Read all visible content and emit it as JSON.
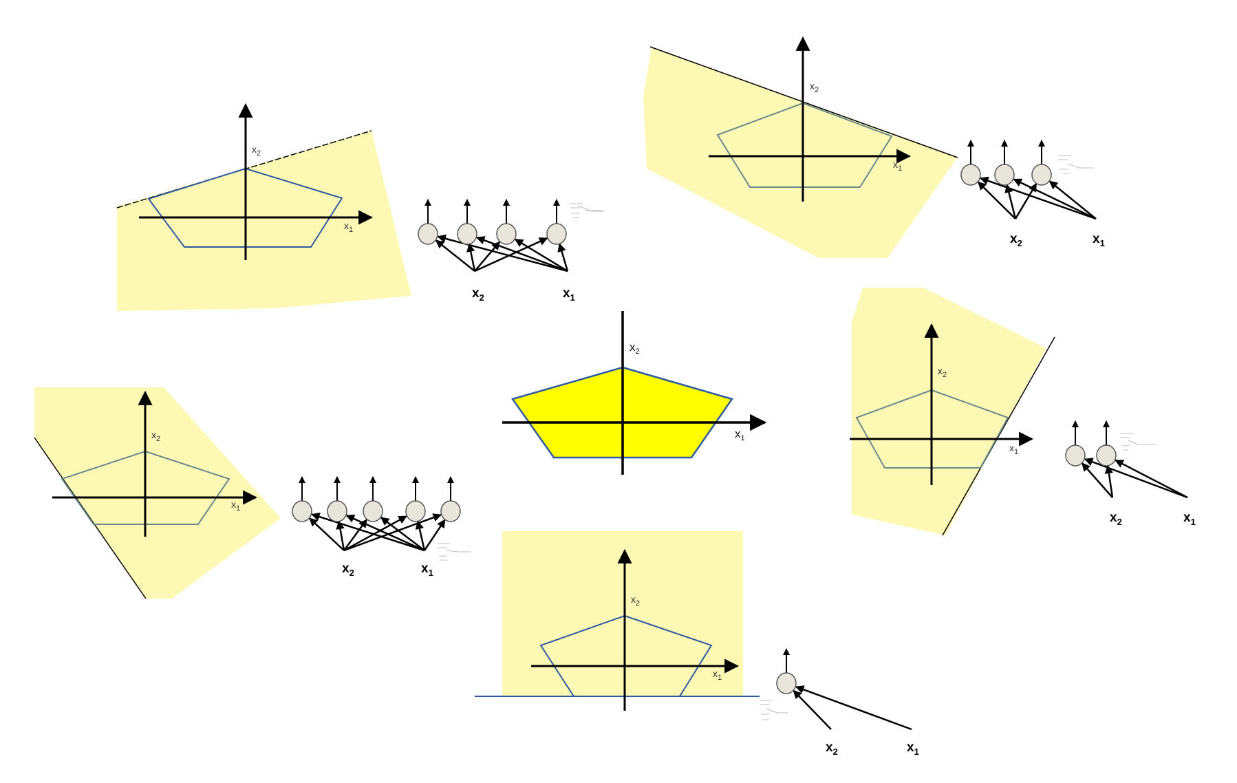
{
  "labels": {
    "x1": "x",
    "x2": "x",
    "sub1": "1",
    "sub2": "2"
  },
  "colors": {
    "half_plane_fill": "#fdf9b5",
    "region_fill": "#ffff00",
    "pentagon_outline": "#2d5aa0",
    "neuron_fill": "#e8e6dc",
    "axis": "#000000"
  },
  "panels": [
    {
      "name": "top-left",
      "neurons": 4
    },
    {
      "name": "top-right",
      "neurons": 3
    },
    {
      "name": "center",
      "neurons": 0
    },
    {
      "name": "mid-left",
      "neurons": 5
    },
    {
      "name": "mid-right",
      "neurons": 2
    },
    {
      "name": "bottom",
      "neurons": 1
    }
  ]
}
